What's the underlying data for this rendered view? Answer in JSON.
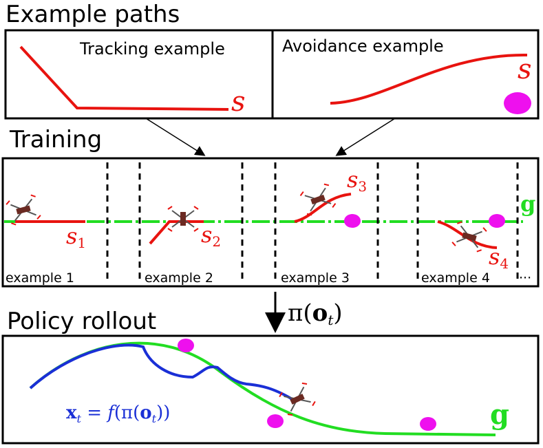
{
  "headings": {
    "example_paths": "Example paths",
    "training": "Training",
    "policy_rollout": "Policy rollout"
  },
  "example_paths": {
    "tracking_title": "Tracking example",
    "avoidance_title": "Avoidance  example",
    "path_symbol": "s"
  },
  "training": {
    "examples": [
      {
        "label": "example 1",
        "path_base": "s",
        "path_sub": "1"
      },
      {
        "label": "example 2",
        "path_base": "s",
        "path_sub": "2"
      },
      {
        "label": "example 3",
        "path_base": "s",
        "path_sub": "3"
      },
      {
        "label": "example 4",
        "path_base": "s",
        "path_sub": "4"
      }
    ],
    "ellipsis": "···",
    "goal_label": "g"
  },
  "policy_label": "π(o_t)",
  "rollout": {
    "state_equation": "x_t = f(π(o_t))",
    "goal_label": "g"
  },
  "colors": {
    "path": "#e8130f",
    "goal": "#22dd22",
    "rollout": "#1a2fd6",
    "obstacle": "#ee10ee"
  }
}
